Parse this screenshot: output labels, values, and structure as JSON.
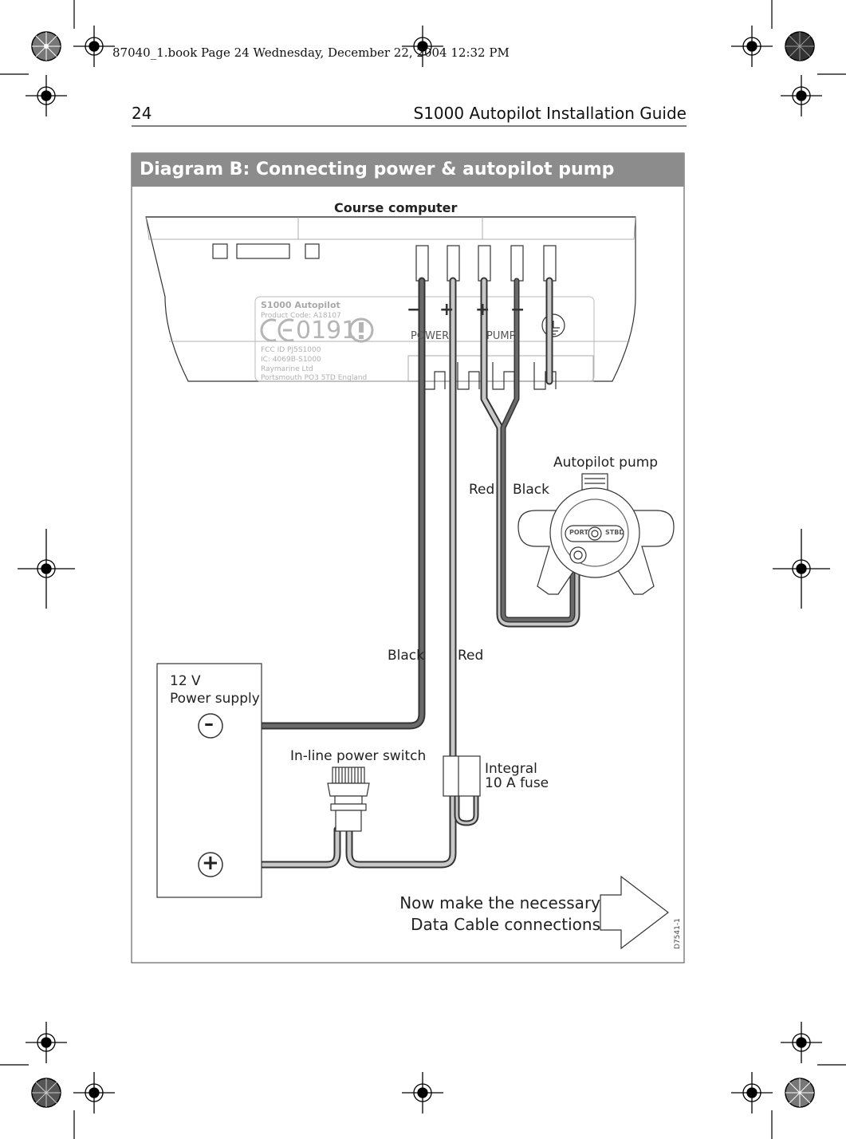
{
  "slug": "87040_1.book  Page 24  Wednesday, December 22, 2004  12:32 PM",
  "header": {
    "page_number": "24",
    "running_title": "S1000 Autopilot Installation Guide"
  },
  "diagram": {
    "title": "Diagram B: Connecting power & autopilot pump",
    "course_computer_label": "Course computer",
    "unit_label": {
      "model": "S1000 Autopilot",
      "product_code": "Product Code: A18107",
      "ce_number": "0191",
      "fcc": "FCC ID PJ5S1000",
      "ic": "IC: 4069B-S1000",
      "maker": "Raymarine Ltd",
      "address": "Portsmouth PO3 5TD England"
    },
    "terminals": {
      "power_label": "POWER",
      "pump_label": "PUMP",
      "symbols": [
        "−",
        "+",
        "+",
        "−"
      ]
    },
    "autopilot_pump_label": "Autopilot pump",
    "pump_body_labels": {
      "port": "PORT",
      "stbd": "STBD"
    },
    "pump_wire_labels": {
      "red": "Red",
      "black": "Black"
    },
    "power_wire_labels": {
      "black": "Black",
      "red": "Red"
    },
    "power_supply": {
      "voltage": "12 V",
      "label": "Power supply",
      "neg": "–",
      "pos": "+"
    },
    "switch_label": "In-line power switch",
    "fuse_label_line1": "Integral",
    "fuse_label_line2": "10 A fuse",
    "next_step_line1": "Now make the necessary",
    "next_step_line2": "Data Cable connections",
    "drawing_code": "D7541-1"
  },
  "colors": {
    "banner": "#8c8c8c",
    "black_wire": "#555555",
    "red_wire": "#c4c4c4",
    "outline": "#333333"
  }
}
